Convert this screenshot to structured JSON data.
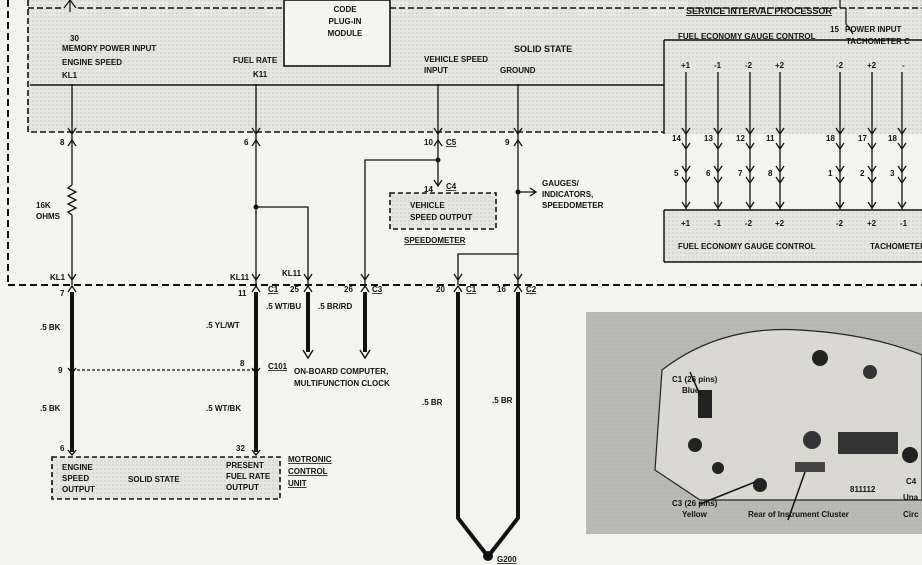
{
  "modules": {
    "code_plugin": [
      "CODE",
      "PLUG-IN",
      "MODULE"
    ],
    "service_interval": "SERVICE INTERVAL PROCESSOR",
    "memory_power": "MEMORY POWER INPUT",
    "engine_speed": "ENGINE SPEED",
    "kl1": "KL1",
    "fuel_rate": "FUEL RATE",
    "k11": "K11",
    "vehicle_speed_input": [
      "VEHICLE SPEED",
      "INPUT"
    ],
    "solid_state_top": "SOLID STATE",
    "ground": "GROUND",
    "fuel_economy_top": "FUEL ECONOMY GAUGE CONTROL",
    "power_input": "POWER INPUT",
    "tachometer_top": "TACHOMETER C",
    "fuel_economy_bottom": "FUEL ECONOMY GAUGE CONTROL",
    "tachometer_bottom": "TACHOMETER",
    "speedometer": "SPEEDOMETER",
    "vehicle_speed_output": [
      "VEHICLE",
      "SPEED OUTPUT"
    ],
    "gauges": [
      "GAUGES/",
      "INDICATORS,",
      "SPEEDOMETER"
    ],
    "on_board": [
      "ON-BOARD COMPUTER,",
      "MULTIFUNCTION CLOCK"
    ],
    "motronic": [
      "MOTRONIC",
      "CONTROL",
      "UNIT"
    ],
    "engine_speed_output": [
      "ENGINE",
      "SPEED",
      "OUTPUT"
    ],
    "solid_state_bottom": "SOLID STATE",
    "present_fuel_rate": [
      "PRESENT",
      "FUEL RATE",
      "OUTPUT"
    ],
    "resistor": [
      "16K",
      "OHMS"
    ],
    "ground_point": "G200"
  },
  "pins": {
    "p30": "30",
    "p8a": "8",
    "p6a": "6",
    "p10": "10",
    "p9": "9",
    "p14c4": "14",
    "p15": "15",
    "top_row": [
      "14",
      "13",
      "12",
      "11",
      "18",
      "17",
      "18"
    ],
    "mid_row": [
      "5",
      "6",
      "7",
      "8",
      "1",
      "2",
      "3"
    ],
    "gauge_pol": [
      "+1",
      "-1",
      "-2",
      "+2",
      "-2",
      "+2",
      "-"
    ],
    "bottom_pol": [
      "+1",
      "-1",
      "-2",
      "+2",
      "-2",
      "+2",
      "-1"
    ],
    "p7": "7",
    "p11": "11",
    "p25": "25",
    "p26": "26",
    "p20": "20",
    "p16": "16",
    "p9b": "9",
    "p8b": "8",
    "p6b": "6",
    "p32": "32",
    "kl1b": "KL1",
    "kl11a": "KL11",
    "kl11b": "KL11"
  },
  "connectors": {
    "c1a": "C1",
    "c3": "C3",
    "c5": "C5",
    "c4": "C4",
    "c1b": "C1",
    "c2": "C2",
    "c101": "C101"
  },
  "wires": {
    "w1": ".5 BK",
    "w2": ".5 BK",
    "w3": ".5 YL/WT",
    "w4": ".5 WT/BK",
    "w5": ".5 WT/BU",
    "w6": ".5 BR/RD",
    "w7": ".5 BR",
    "w8": ".5 BR"
  },
  "photo": {
    "c1_note": [
      "C1 (26 pins)",
      "Blue"
    ],
    "c3_note": [
      "C3 (26 pins)",
      "Yellow"
    ],
    "rear": "Rear of Instrument Cluster",
    "c4_note": [
      "C4",
      "Una",
      "Circ"
    ],
    "code": "811112"
  }
}
